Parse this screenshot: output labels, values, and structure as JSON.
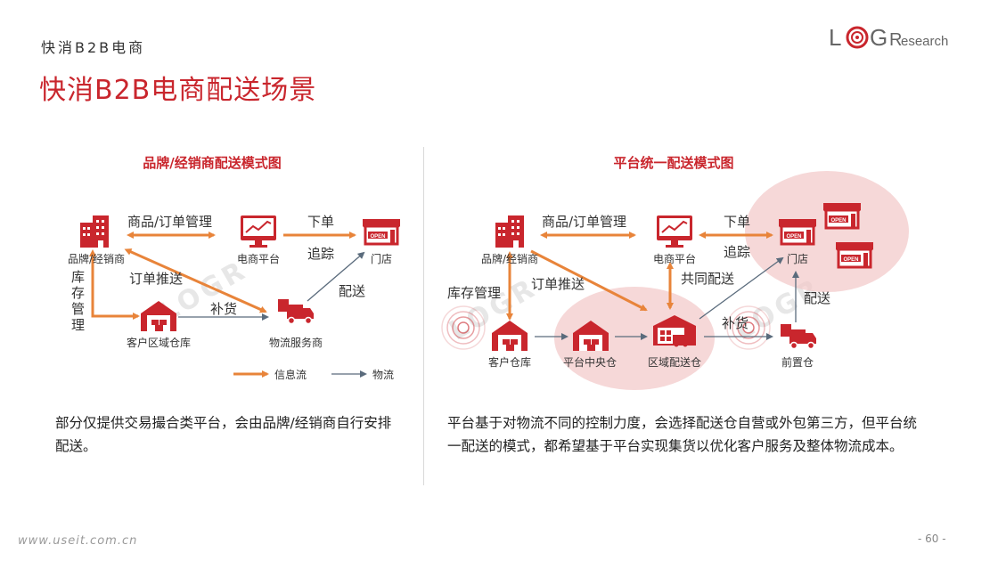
{
  "header": {
    "subtitle": "快消B2B电商",
    "title": "快消B2B电商配送场景"
  },
  "logo": {
    "text_l": "L",
    "text_g": "G",
    "text_r": "R",
    "text_tail": "esearch"
  },
  "left_panel": {
    "title": "品牌/经销商配送模式图",
    "nodes": {
      "brand": "品牌/经销商",
      "platform": "电商平台",
      "store": "门店",
      "warehouse": "客户区域仓库",
      "logistics": "物流服务商"
    },
    "edges": {
      "goods_order": "商品/订单管理",
      "order": "下单",
      "track": "追踪",
      "push": "订单推送",
      "inventory": "库存管理",
      "replenish": "补货",
      "deliver": "配送"
    },
    "legend": {
      "info": "信息流",
      "logistics": "物流"
    },
    "description": "部分仅提供交易撮合类平台，会由品牌/经销商自行安排配送。"
  },
  "right_panel": {
    "title": "平台统一配送模式图",
    "nodes": {
      "brand": "品牌/经销商",
      "platform": "电商平台",
      "store": "门店",
      "customer_wh": "客户仓库",
      "central_wh": "平台中央仓",
      "regional_dc": "区域配送仓",
      "front_wh": "前置仓"
    },
    "edges": {
      "goods_order": "商品/订单管理",
      "order": "下单",
      "track": "追踪",
      "push": "订单推送",
      "inventory": "库存管理",
      "joint": "共同配送",
      "replenish": "补货",
      "deliver": "配送"
    },
    "description": "平台基于对物流不同的控制力度，会选择配送仓自营或外包第三方，但平台统一配送的模式，都希望基于平台实现集货以优化客户服务及整体物流成本。"
  },
  "footer": {
    "url": "www.useit.com.cn",
    "page": "- 60 -"
  },
  "colors": {
    "red": "#c9262d",
    "orange": "#e8843a",
    "dark_arrow": "#5a6b7c",
    "circle": "#f2c7c7"
  }
}
